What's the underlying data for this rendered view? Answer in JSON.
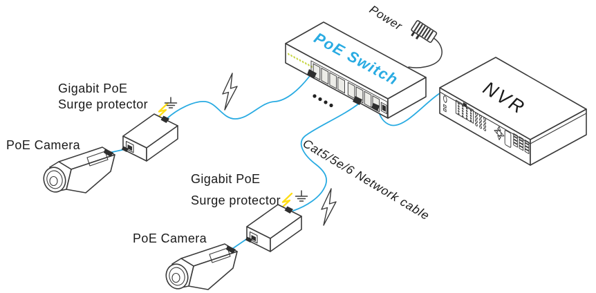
{
  "devices": {
    "poe_switch": {
      "label": "PoE Switch"
    },
    "power_adapter": {
      "label": "Power"
    },
    "nvr": {
      "label": "NVR"
    },
    "surge_protector_1": {
      "line1": "Gigabit PoE",
      "line2": "Surge protector"
    },
    "surge_protector_2": {
      "line1": "Gigabit PoE",
      "line2": "Surge protector"
    },
    "camera_1": {
      "label": "PoE Camera"
    },
    "camera_2": {
      "label": "PoE Camera"
    }
  },
  "cables": {
    "network_cable_label": "Cat5/5e/6 Network cable"
  },
  "colors": {
    "cable_blue": "#29ABE2",
    "switch_label_blue": "#29ABE2",
    "ground_wire_yellow": "#FFDE17",
    "led_yellow_green": "#C7D644",
    "outline_dark": "#3A3A3A",
    "label_black": "#1A1A1A"
  }
}
